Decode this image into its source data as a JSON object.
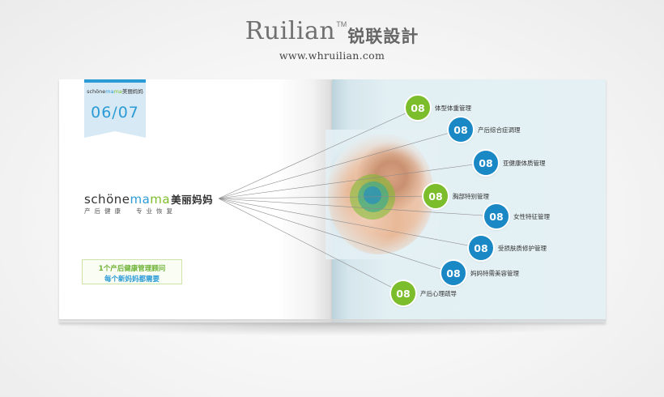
{
  "brand": {
    "latin": "Ruilian",
    "tm": "TM",
    "cn": "锐联設計",
    "url": "www.whruilian.com"
  },
  "tab": {
    "logo_prefix": "schöne",
    "logo_mama_1": "ma",
    "logo_mama_2": "ma",
    "logo_cn": "美丽妈妈",
    "page_number": "06/07"
  },
  "logo": {
    "prefix": "schöne",
    "mama_1": "ma",
    "mama_2": "ma",
    "cn": "美丽妈妈",
    "sub_a": "产后健康",
    "sub_b": "专业恢复"
  },
  "advice": {
    "line1": "1个产后健康管理顾问",
    "line2": "每个新妈妈都需要"
  },
  "colors": {
    "green": "#7cbd2b",
    "blue": "#1a88c5",
    "tab": "#d7e9f4"
  },
  "services": [
    {
      "num": "08",
      "label": "体型体重管理",
      "color": "green"
    },
    {
      "num": "08",
      "label": "产后综合症调理",
      "color": "blue"
    },
    {
      "num": "08",
      "label": "亚健康体质管理",
      "color": "blue"
    },
    {
      "num": "08",
      "label": "胸部特别管理",
      "color": "green"
    },
    {
      "num": "08",
      "label": "女性特征管理",
      "color": "blue"
    },
    {
      "num": "08",
      "label": "受损肤质修护管理",
      "color": "blue"
    },
    {
      "num": "08",
      "label": "妈妈特需美容管理",
      "color": "blue"
    },
    {
      "num": "08",
      "label": "产后心理疏导",
      "color": "green"
    }
  ]
}
